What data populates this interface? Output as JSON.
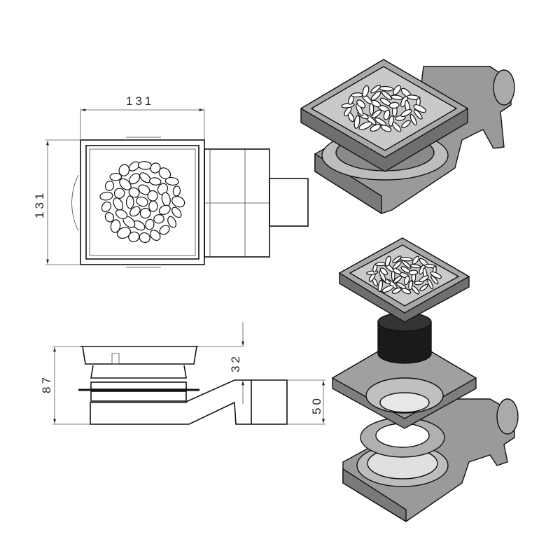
{
  "dimensions": {
    "top_width": "131",
    "top_height": "131",
    "side_total_height": "87",
    "side_tray_depth": "32",
    "side_outlet_height": "50"
  },
  "colors": {
    "line": "#111111",
    "metal_light": "#c8c8c8",
    "metal_mid": "#9a9a9a",
    "metal_dark": "#6a6a6a",
    "black_part": "#1a1a1a"
  }
}
